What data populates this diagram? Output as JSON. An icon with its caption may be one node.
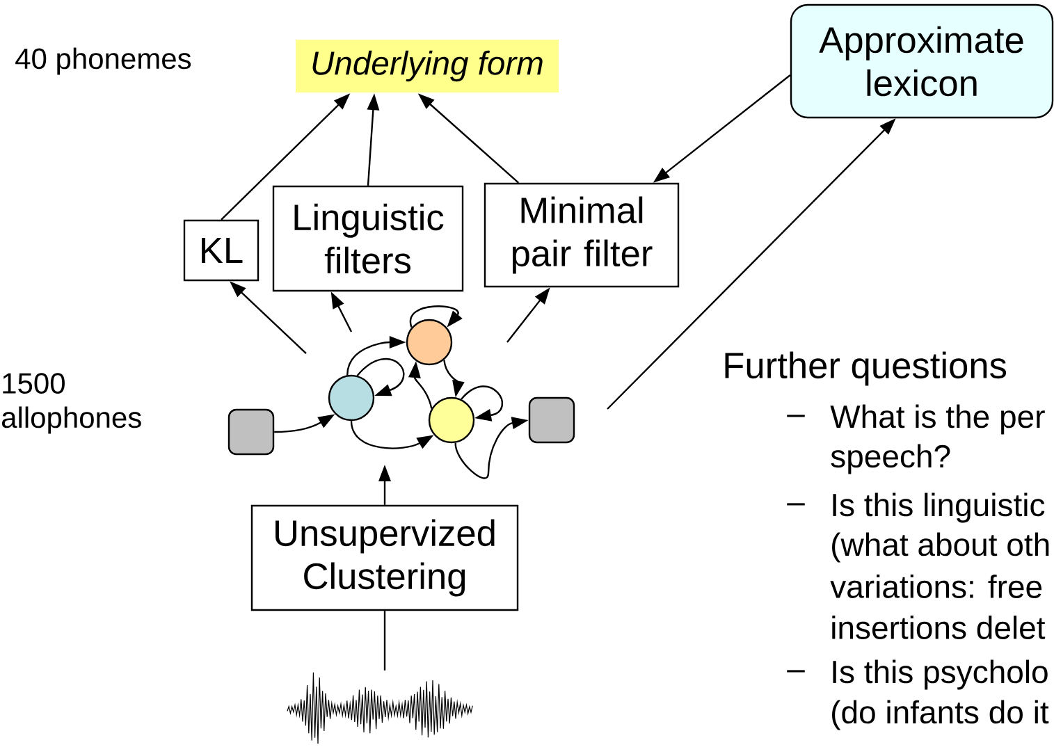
{
  "diagram": {
    "nodes": [
      {
        "text": [
          "Underlying form"
        ]
      },
      {
        "text": [
          "Approximate lexicon"
        ]
      },
      {
        "text": [
          "KL"
        ]
      },
      {
        "text": [
          "Linguistic filters"
        ]
      },
      {
        "text": [
          "Minimal pair filter"
        ]
      },
      {
        "text": [],
        "shape": "box"
      },
      {
        "text": [],
        "shape": "circle"
      },
      {
        "text": [],
        "shape": "circle"
      },
      {
        "text": [],
        "shape": "circle"
      },
      {
        "text": [],
        "shape": "box"
      },
      {
        "text": [
          "Unsupervized Clustering"
        ]
      },
      {
        "text": [],
        "shape": "picture"
      }
    ],
    "edges": [
      {
        "from": 2,
        "to": 0,
        "arrow": "to"
      },
      {
        "from": 3,
        "to": 0,
        "arrow": "to"
      },
      {
        "from": 4,
        "to": 0,
        "arrow": "to"
      },
      {
        "from": 1,
        "to": 4,
        "arrow": "to"
      },
      {
        "from": null,
        "to": 1,
        "arrow": "to"
      },
      {
        "from": null,
        "to": 2,
        "arrow": "to"
      },
      {
        "from": null,
        "to": 3,
        "arrow": "to"
      },
      {
        "from": null,
        "to": 4,
        "arrow": "to"
      },
      {
        "from": 10,
        "to": null,
        "arrow": "to"
      },
      {
        "from": 11,
        "to": 10,
        "arrow": "none"
      },
      {
        "from": 5,
        "to": 6,
        "arrow": "to"
      },
      {
        "from": 6,
        "to": 6,
        "arrow": "to"
      },
      {
        "from": 6,
        "to": 7,
        "arrow": "to"
      },
      {
        "from": 6,
        "to": 8,
        "arrow": "to"
      },
      {
        "from": 7,
        "to": 7,
        "arrow": "to"
      },
      {
        "from": 7,
        "to": 8,
        "arrow": "to"
      },
      {
        "from": 8,
        "to": 7,
        "arrow": "to"
      },
      {
        "from": 8,
        "to": 8,
        "arrow": "to"
      },
      {
        "from": 8,
        "to": 9,
        "arrow": "to"
      }
    ],
    "labels": [
      "40 phonemes",
      "1500 allophones",
      "Further questions",
      "–",
      "What is the per",
      "speech?",
      "–",
      "Is this linguistic",
      "(what about oth",
      "variations: free",
      "insertions delet",
      "–",
      "Is this psycholo",
      "(do infants do it"
    ]
  }
}
